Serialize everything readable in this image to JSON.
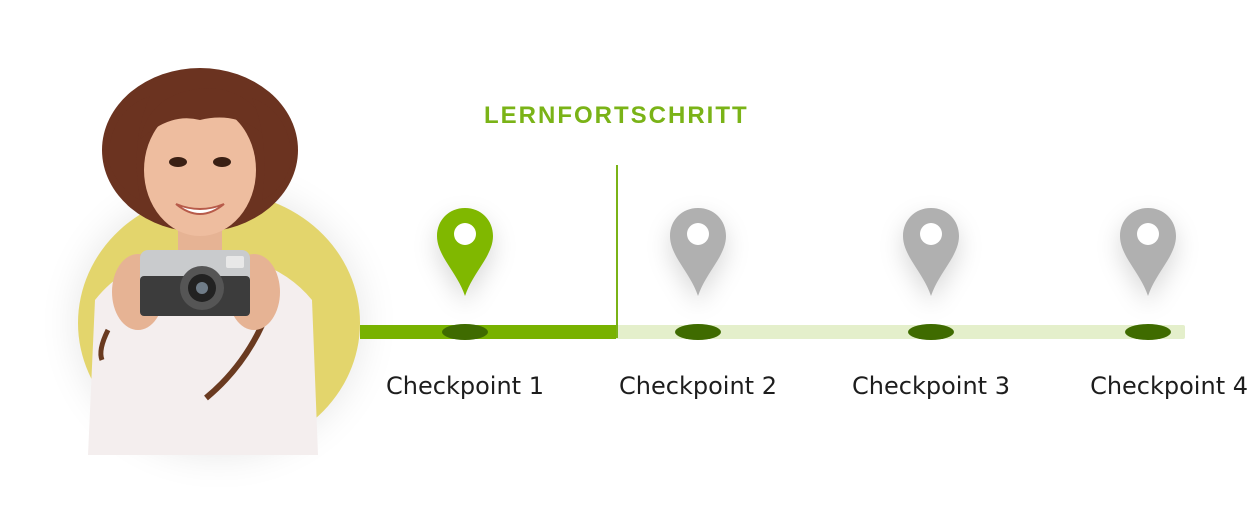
{
  "title": "LERNFORTSCHRITT",
  "progress_fraction": 0.31,
  "colors": {
    "accent": "#7ab317",
    "track_fill": "#78b200",
    "track_bg": "#e4efcb",
    "pin_active": "#80b800",
    "pin_inactive": "#b0b0b0",
    "pin_base": "#3f6b00",
    "avatar_bg": "#e3d56c"
  },
  "checkpoints": [
    {
      "label": "Checkpoint 1",
      "active": true
    },
    {
      "label": "Checkpoint 2",
      "active": false
    },
    {
      "label": "Checkpoint 3",
      "active": false
    },
    {
      "label": "Checkpoint 4",
      "active": false
    }
  ],
  "avatar": {
    "icon": "person-with-camera-photo"
  }
}
